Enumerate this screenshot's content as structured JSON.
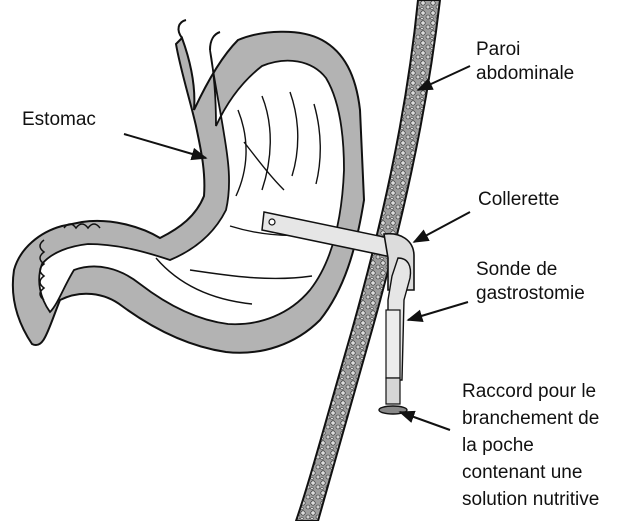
{
  "diagram": {
    "labels": {
      "stomach": "Estomac",
      "wall": [
        "Paroi",
        "abdominale"
      ],
      "collar": "Collerette",
      "tube": [
        "Sonde de",
        "gastrostomie"
      ],
      "connector": [
        "Raccord pour le",
        "branchement de",
        "la poche",
        "contenant une",
        "solution nutritive"
      ]
    },
    "colors": {
      "stroke": "#111111",
      "tissue_gray": "#b3b3b3",
      "lumen": "#ffffff",
      "wall_fill": "#9e9e9e",
      "device": "#e6e6e6"
    }
  }
}
